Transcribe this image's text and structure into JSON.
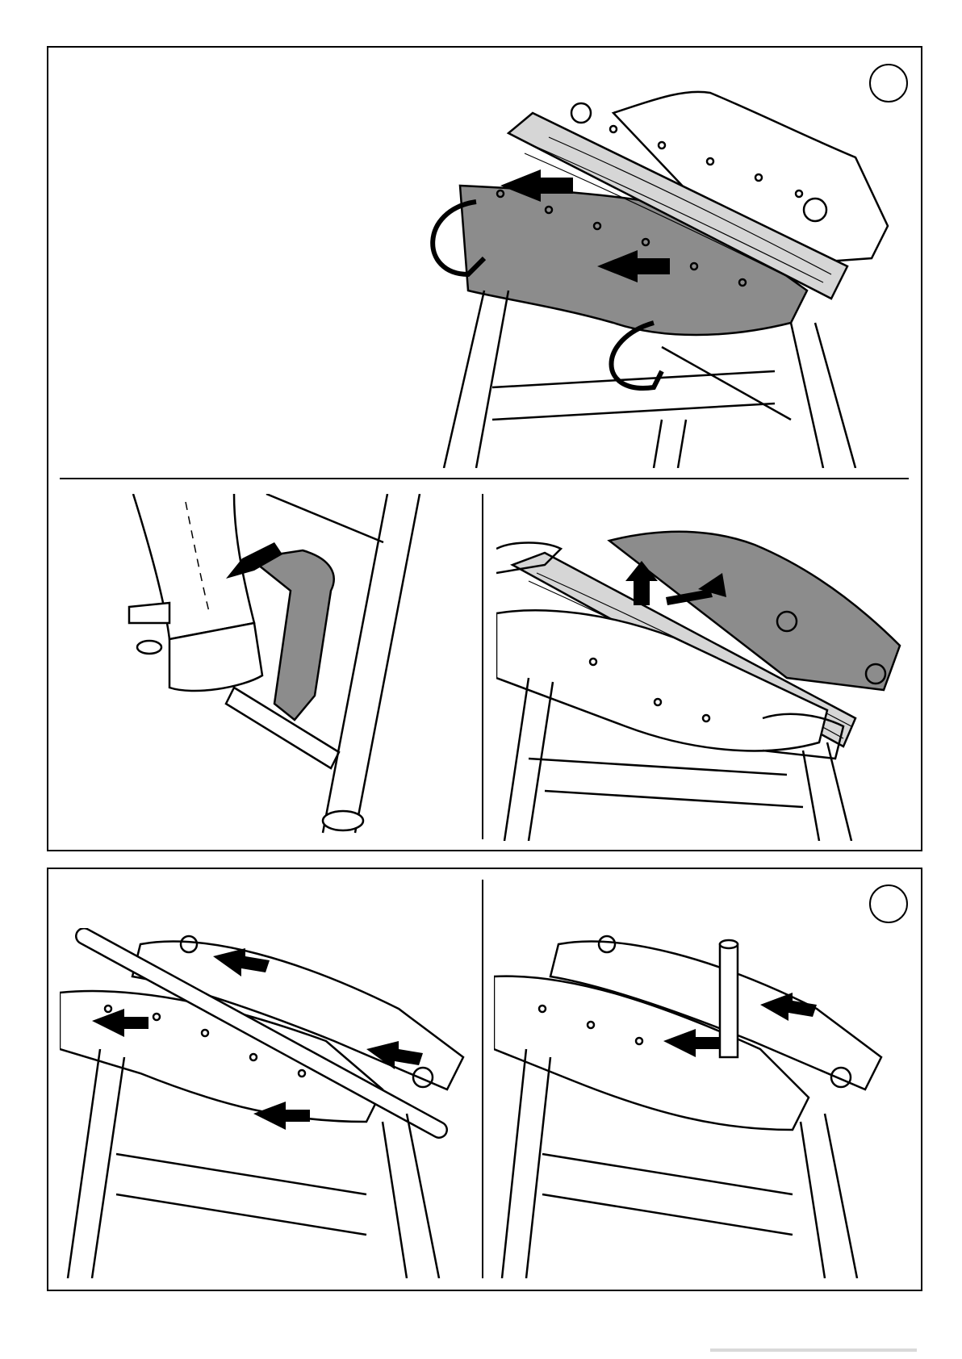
{
  "document": {
    "type": "assembly instruction sheet",
    "colors": {
      "line": "#000000",
      "paper": "#ffffff",
      "shaded_panel": "#8c8c8c",
      "wood": "#d6d6d6"
    }
  },
  "panels": [
    {
      "id": "top-panel",
      "icon": "workbench-clamping-wood-illustration",
      "badge": "circle-blank-badge"
    },
    {
      "id": "middle-left",
      "icon": "foot-on-pedal-illustration"
    },
    {
      "id": "middle-right",
      "icon": "hands-lifting-wood-illustration"
    },
    {
      "id": "bottom-left",
      "icon": "workbench-pipe-clamping-illustration"
    },
    {
      "id": "bottom-right",
      "icon": "workbench-post-clamping-illustration",
      "badge": "circle-blank-badge"
    }
  ]
}
